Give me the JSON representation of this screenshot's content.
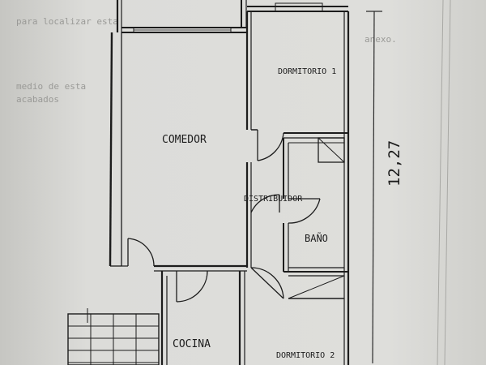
{
  "plan": {
    "rooms": {
      "comedor": "COMEDOR",
      "dormitorio1": "DORMITORIO 1",
      "distribuidor": "DISTRIBUIDOR",
      "bano": "BAÑO",
      "cocina": "COCINA",
      "dormitorio2": "DORMITORIO 2"
    },
    "dimension": "12,27"
  },
  "background_text": {
    "lines": [
      "para localizar esta",
      "anexo.",
      "medio de esta",
      "acabados",
      "",
      "",
      "",
      "",
      "",
      "",
      "",
      "",
      ""
    ]
  },
  "colors": {
    "paper": "#d9d9d6",
    "ink": "#1c1c1c",
    "faint_text": "#9a9a97"
  }
}
